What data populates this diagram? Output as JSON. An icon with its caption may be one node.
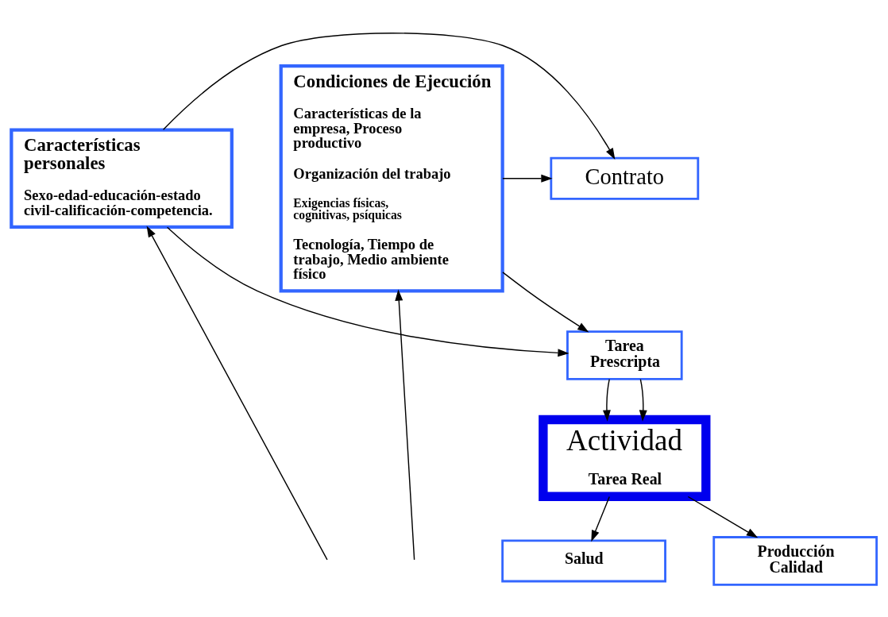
{
  "diagram": {
    "nodes": [
      {
        "text": [
          "Características personales",
          "Sexo-edad-educación-estado civil-calificación-competencia."
        ]
      },
      {
        "text": [
          "Contrato"
        ]
      },
      {
        "text": [
          "Condiciones de Ejecución",
          "Características de la empresa, Proceso productivo",
          "Organización del trabajo",
          "Exigencias físicas, cognitivas, psíquicas",
          "Tecnología, Tiempo de trabajo, Medio ambiente físico"
        ]
      },
      {
        "text": [
          "Tarea Prescripta"
        ]
      },
      {
        "text": [
          "Actividad",
          "Tarea Real"
        ]
      },
      {
        "text": [
          "Salud"
        ]
      },
      {
        "text": [
          "Producción Calidad"
        ]
      }
    ],
    "edges": [
      {
        "from": 0,
        "to": 1,
        "arrow": "to"
      },
      {
        "from": 2,
        "to": 1,
        "arrow": "to"
      },
      {
        "from": 0,
        "to": 3,
        "arrow": "to"
      },
      {
        "from": 2,
        "to": 3,
        "arrow": "to"
      },
      {
        "from": 3,
        "to": 4,
        "arrow": "to"
      },
      {
        "from": 3,
        "to": 4,
        "arrow": "to"
      },
      {
        "from": 4,
        "to": 5,
        "arrow": "to"
      },
      {
        "from": 4,
        "to": 6,
        "arrow": "to"
      },
      {
        "from": null,
        "to": 0,
        "arrow": "to"
      },
      {
        "from": null,
        "to": 2,
        "arrow": "to"
      }
    ]
  }
}
